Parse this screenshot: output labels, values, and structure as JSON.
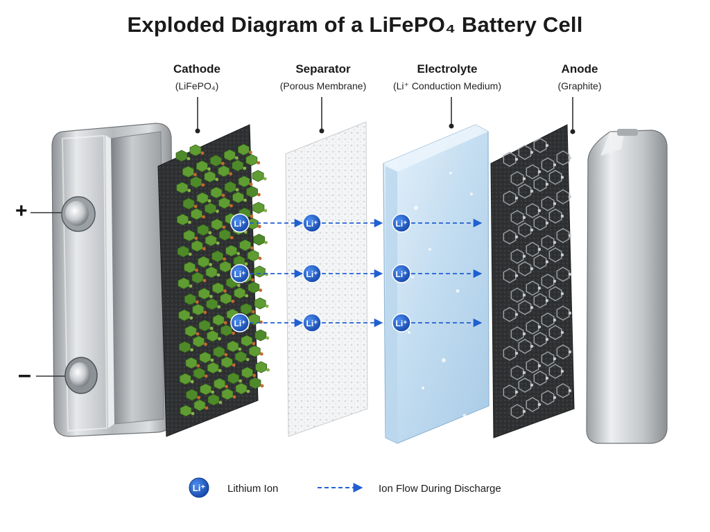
{
  "title": "Exploded Diagram of a LiFePO₄ Battery Cell",
  "components": [
    {
      "name": "Cathode",
      "sub": "(LiFePO₄)"
    },
    {
      "name": "Separator",
      "sub": "(Porous Membrane)"
    },
    {
      "name": "Electrolyte",
      "sub": "(Li⁺ Conduction Medium)"
    },
    {
      "name": "Anode",
      "sub": "(Graphite)"
    }
  ],
  "terminals": {
    "positive": "+",
    "negative": "–"
  },
  "ion_symbol": "Li⁺",
  "legend": {
    "ion_label": "Lithium Ion",
    "flow_label": "Ion Flow During Discharge"
  },
  "colors": {
    "ion_blue": "#1f5fd1",
    "cathode_green": "#5f9d33",
    "metal": "#c6c9cc",
    "electrolyte": "#cfe5f5"
  }
}
